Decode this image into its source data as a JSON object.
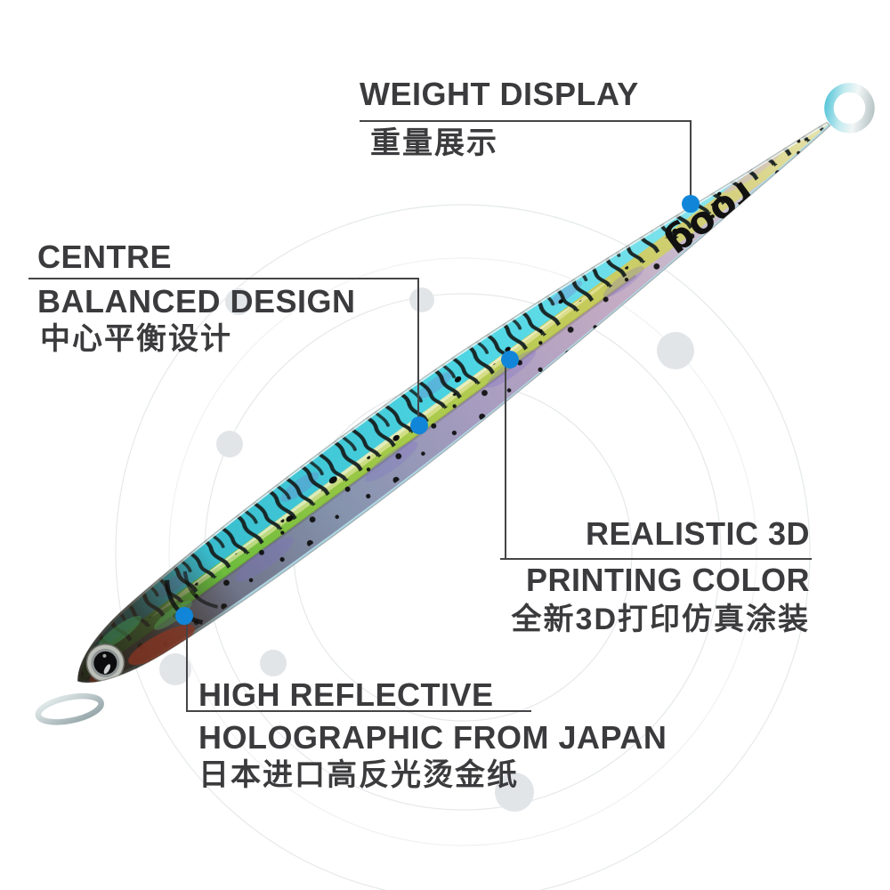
{
  "callouts": {
    "weight": {
      "title": "WEIGHT DISPLAY",
      "subtitle_zh": "重量展示"
    },
    "centre": {
      "title_line1": "CENTRE",
      "title_line2": "BALANCED DESIGN",
      "subtitle_zh": "中心平衡设计"
    },
    "printing": {
      "title_line1": "REALISTIC 3D",
      "title_line2": "PRINTING COLOR",
      "subtitle_zh": "全新3D打印仿真涂装"
    },
    "holographic": {
      "title_line1": "HIGH REFLECTIVE",
      "title_line2": "HOLOGRAPHIC FROM JAPAN",
      "subtitle_zh": "日本进口高反光烫金纸"
    }
  },
  "lure": {
    "brand": "roog"
  },
  "colors": {
    "marker_blue": "#1186d9",
    "callout_line": "#454547",
    "label_text": "#3b3b3d",
    "deco_gray": "#e2e5e8",
    "body_cyan": "#4ed6e4",
    "body_green": "#a4ca48",
    "body_pink": "#c3abc3"
  }
}
